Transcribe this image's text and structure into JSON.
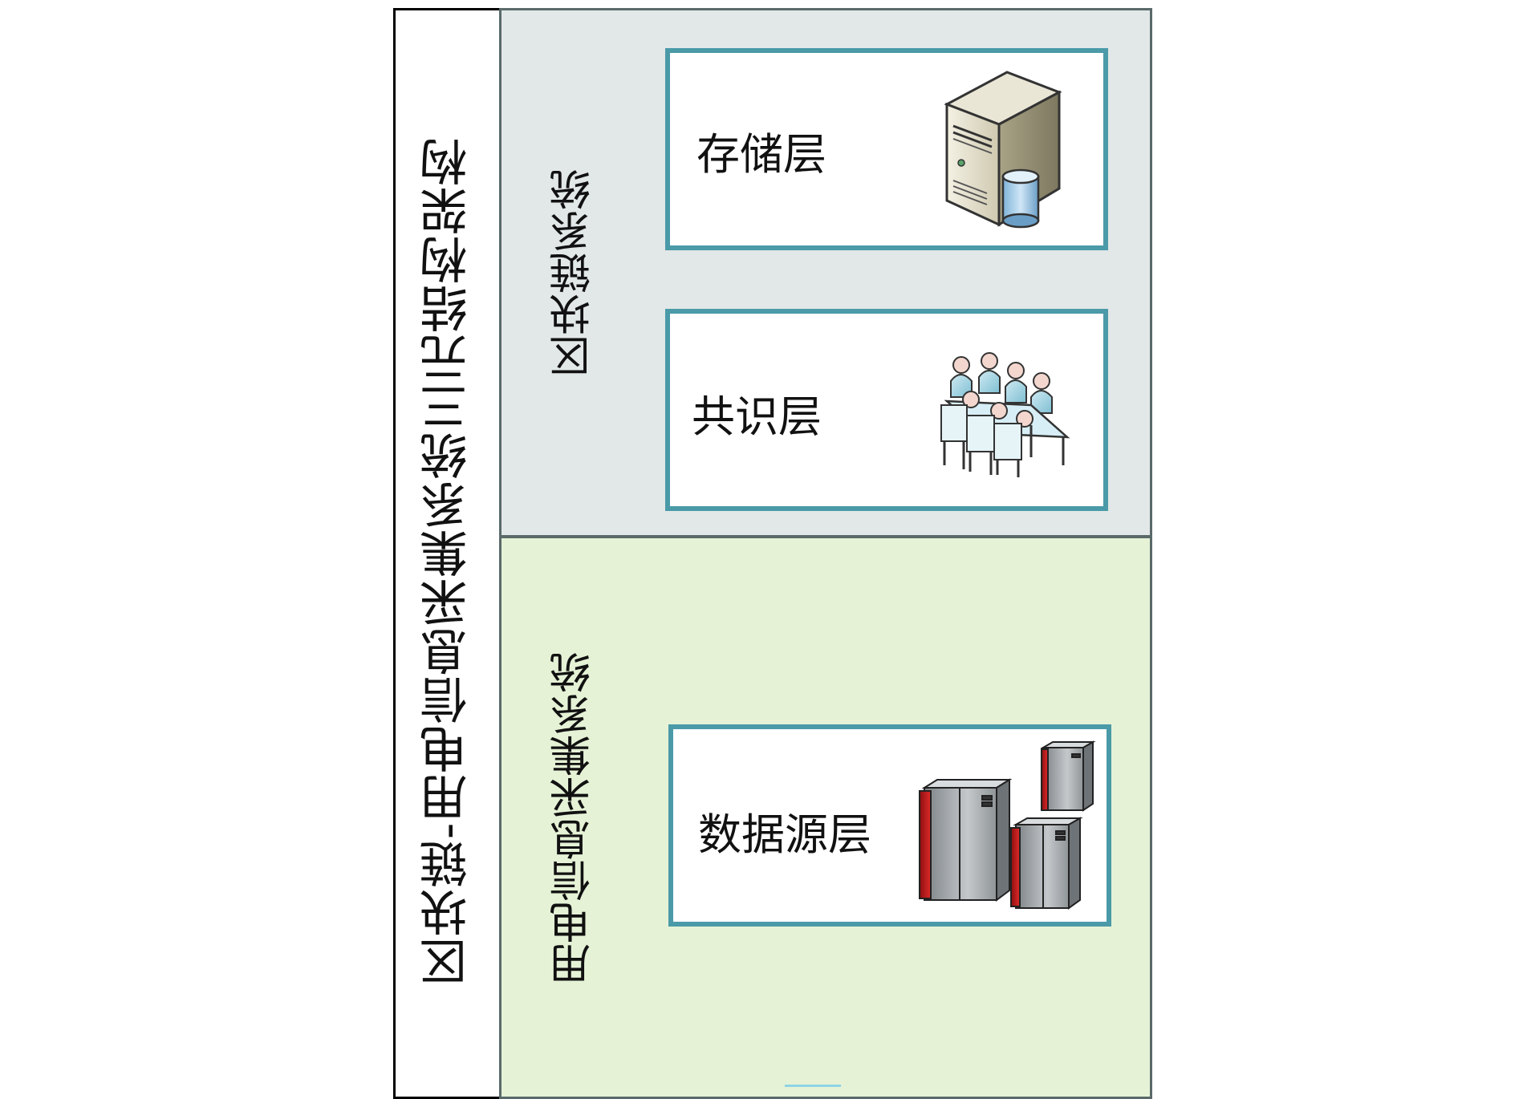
{
  "architecture": {
    "title": "区块链-用电信息采集系统三元结构架构"
  },
  "blockchain_system": {
    "label": "区块链系统",
    "layers": [
      {
        "label": "存储层",
        "icon": "database-server-icon"
      },
      {
        "label": "共识层",
        "icon": "meeting-table-icon"
      }
    ]
  },
  "collection_system": {
    "label": "用电信息采集系统",
    "layers": [
      {
        "label": "数据源层",
        "icon": "mainframe-servers-icon"
      }
    ]
  },
  "colors": {
    "layer_border": "#4a9aa8",
    "blockchain_bg": "#e2e7e7",
    "collection_bg": "#e5f2d6",
    "server_accent": "#d62020"
  }
}
